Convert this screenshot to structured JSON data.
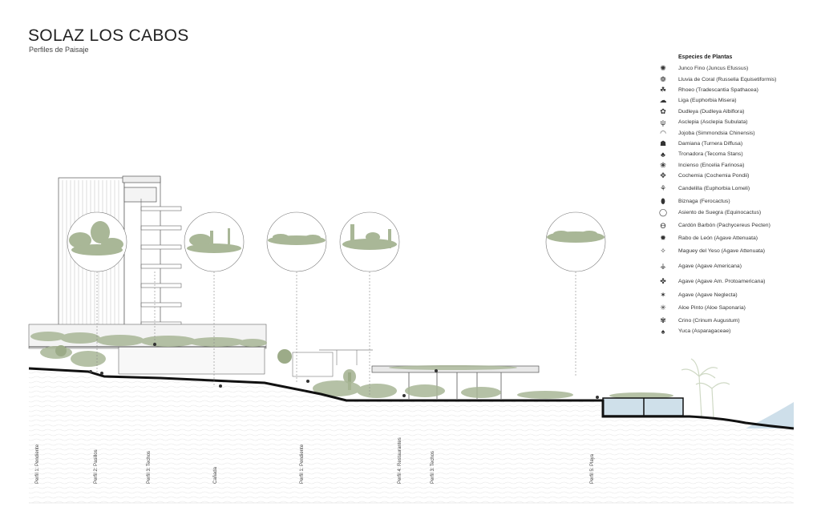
{
  "header": {
    "title": "SOLAZ LOS CABOS",
    "subtitle": "Perfiles de Paisaje"
  },
  "legend": {
    "title": "Especies de Plantas",
    "items": [
      {
        "label": "Junco Fino (Juncus Efussus)",
        "icon": "grass-tuft-icon"
      },
      {
        "label": "Lluvia de Coral (Russelia Equisetiformis)",
        "icon": "shrub-icon"
      },
      {
        "label": "Rhoeo (Tradescantia Spathacea)",
        "icon": "leafy-clump-icon"
      },
      {
        "label": "Liga (Euphorbia Misera)",
        "icon": "cloud-shrub-icon"
      },
      {
        "label": "Dudleya (Dudleya Albiflora)",
        "icon": "succulent-icon"
      },
      {
        "label": "Asclepia (Asclepia Subulata)",
        "icon": "reed-icon"
      },
      {
        "label": "Jojoba (Simmondsia Chinensis)",
        "icon": "round-shrub-icon"
      },
      {
        "label": "Damiana (Turnera Diffusa)",
        "icon": "dark-shrub-icon"
      },
      {
        "label": "Tronadora (Tecoma Stans)",
        "icon": "tree-icon"
      },
      {
        "label": "Incienso (Encelia Farinosa)",
        "icon": "flower-shrub-icon"
      },
      {
        "label": "Cochemia (Cochemia Pondii)",
        "icon": "cactus-cluster-icon"
      },
      {
        "label": "Candelilla (Euphorbia Lomeli)",
        "icon": "stem-cluster-icon"
      },
      {
        "label": "Biznaga (Ferocactus)",
        "icon": "barrel-cactus-icon"
      },
      {
        "label": "Asiento de Suegra (Equinocactus)",
        "icon": "round-cactus-icon"
      },
      {
        "label": "Cardón Barbón (Pachycereus Pecten)",
        "icon": "columnar-cactus-icon"
      },
      {
        "label": "Rabo de León (Agave Attenuata)",
        "icon": "agave-icon"
      },
      {
        "label": "Maguey del Yeso (Agave Attenuata)",
        "icon": "agave-outline-icon"
      },
      {
        "label": "Agave (Agave Americana)",
        "icon": "tall-agave-icon"
      },
      {
        "label": "Agave (Agave Am. Protoamericana)",
        "icon": "agave-rosette-icon"
      },
      {
        "label": "Agave (Agave Neglecta)",
        "icon": "spiky-agave-icon"
      },
      {
        "label": "Aloe Pinto (Aloe Saponaria)",
        "icon": "aloe-icon"
      },
      {
        "label": "Crino (Crinum Augustum)",
        "icon": "crinum-icon"
      },
      {
        "label": "Yuca (Asparagaceae)",
        "icon": "yucca-icon"
      }
    ]
  },
  "profiles": [
    {
      "label": "Perfil 1: Pendiente"
    },
    {
      "label": "Perfil 2: Pasillos"
    },
    {
      "label": "Perfil 3: Techos"
    },
    {
      "label": "Cañada"
    },
    {
      "label": "Perfil 1: Pendiente"
    },
    {
      "label": "Perfil 4: Restaurantes"
    },
    {
      "label": "Perfil 3: Techos"
    },
    {
      "label": "Perfil 5: Playa"
    }
  ],
  "colors": {
    "vegetation": "#a9b797",
    "vegetation_dark": "#8a9b78",
    "ground": "#111111",
    "water": "#c9dce8",
    "line": "#777777"
  }
}
